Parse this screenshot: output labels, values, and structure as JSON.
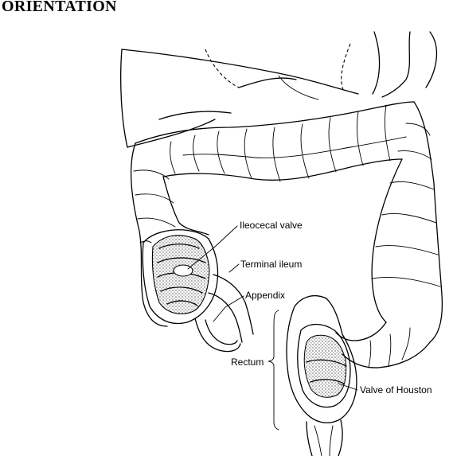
{
  "heading": "ORIENTATION",
  "labels": {
    "ileocecal_valve": "Ileocecal valve",
    "terminal_ileum": "Terminal ileum",
    "appendix": "Appendix",
    "rectum": "Rectum",
    "valve_of_houston": "Valve of Houston"
  },
  "colors": {
    "line": "#000000",
    "background": "#ffffff"
  }
}
